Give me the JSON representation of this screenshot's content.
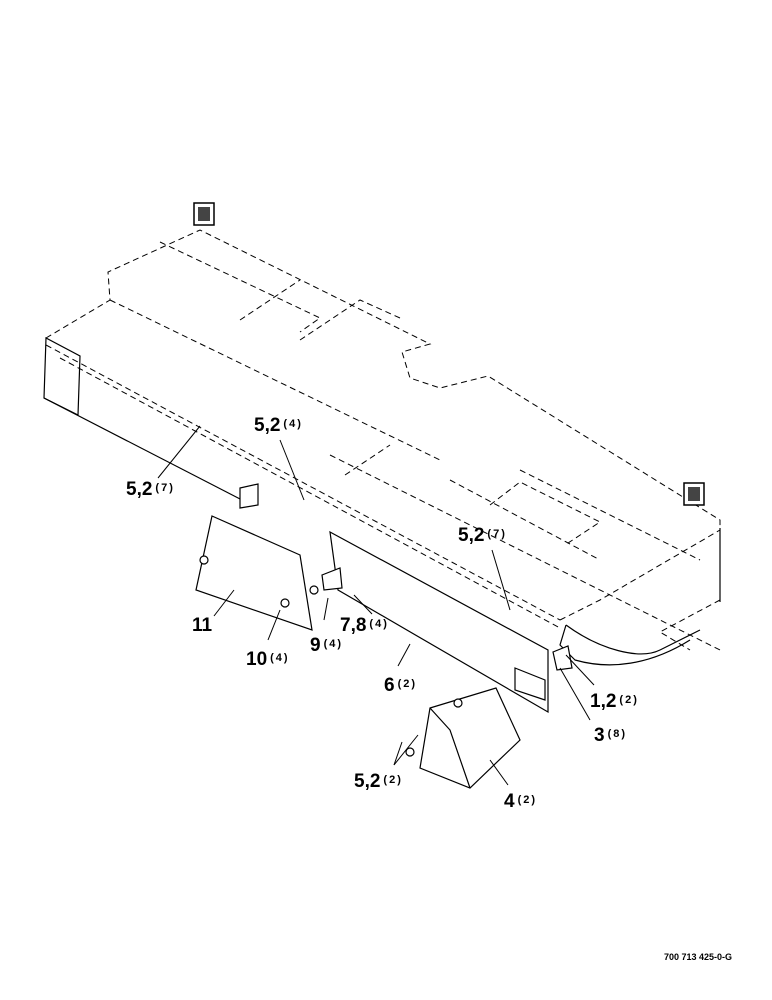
{
  "callouts": [
    {
      "id": "5-2-7-left",
      "label": "5,2",
      "qty": "(7)"
    },
    {
      "id": "5-2-4",
      "label": "5,2",
      "qty": "(4)"
    },
    {
      "id": "5-2-7-right",
      "label": "5,2",
      "qty": "(7)"
    },
    {
      "id": "11",
      "label": "11",
      "qty": ""
    },
    {
      "id": "10",
      "label": "10",
      "qty": "(4)"
    },
    {
      "id": "7-8",
      "label": "7,8",
      "qty": "(4)"
    },
    {
      "id": "9",
      "label": "9",
      "qty": "(4)"
    },
    {
      "id": "6",
      "label": "6",
      "qty": "(2)"
    },
    {
      "id": "1-2",
      "label": "1,2",
      "qty": "(2)"
    },
    {
      "id": "3",
      "label": "3",
      "qty": "(8)"
    },
    {
      "id": "5-2-2",
      "label": "5,2",
      "qty": "(2)"
    },
    {
      "id": "4",
      "label": "4",
      "qty": "(2)"
    }
  ],
  "drawing_number": "700 713 425-0-G",
  "colors": {
    "line": "#000000",
    "background": "#ffffff"
  }
}
